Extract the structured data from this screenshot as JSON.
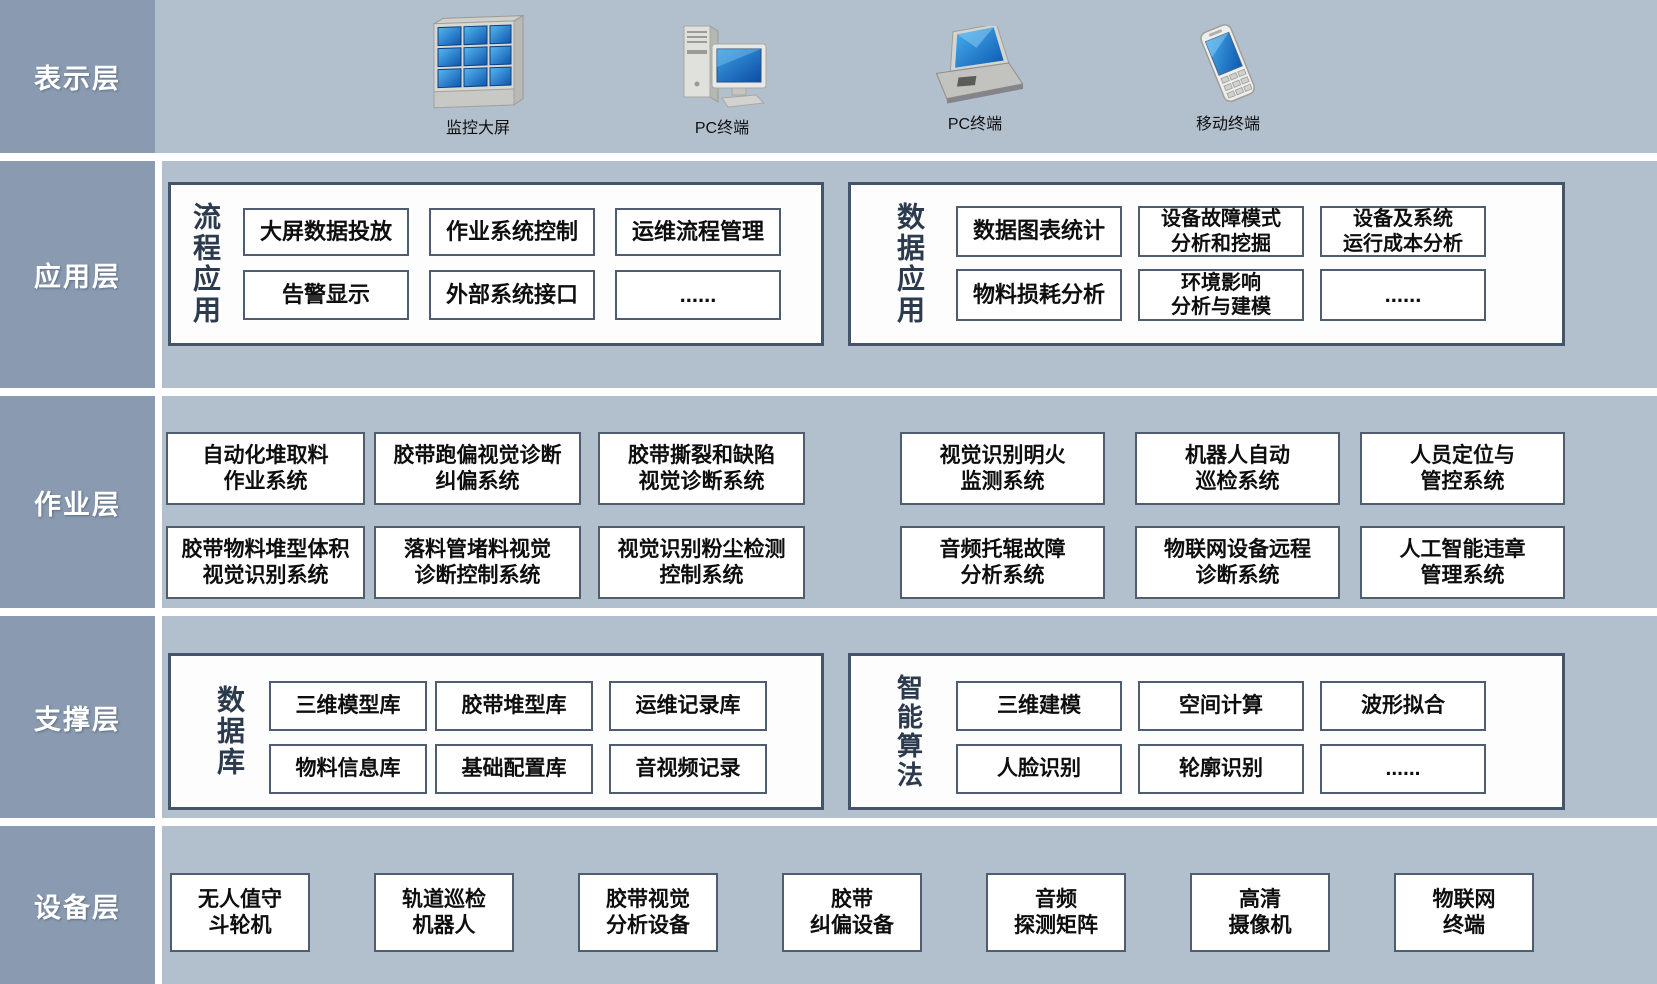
{
  "colors": {
    "label_column": "#8a9bb1",
    "row_background": "#b2c0ce",
    "panel_border": "#44546a",
    "box_border": "#4e5d70",
    "layer_label_text": "#ffffff",
    "group_title_text": "#2c3a4e",
    "screen_blue_light": "#55b6f0",
    "screen_blue_dark": "#0e56ae"
  },
  "presentation": {
    "label": "表示层",
    "terminals": [
      {
        "icon": "video-wall-icon",
        "label": "监控大屏"
      },
      {
        "icon": "desktop-pc-icon",
        "label": "PC终端"
      },
      {
        "icon": "laptop-icon",
        "label": "PC终端"
      },
      {
        "icon": "mobile-icon",
        "label": "移动终端"
      }
    ]
  },
  "application": {
    "label": "应用层",
    "process_group": {
      "title": "流程应用",
      "items": [
        {
          "label": "大屏数据投放"
        },
        {
          "label": "作业系统控制"
        },
        {
          "label": "运维流程管理"
        },
        {
          "label": "告警显示"
        },
        {
          "label": "外部系统接口"
        },
        {
          "label": "......"
        }
      ]
    },
    "data_group": {
      "title": "数据应用",
      "items": [
        {
          "label": "数据图表统计"
        },
        {
          "label": "设备故障模式\n分析和挖掘"
        },
        {
          "label": "设备及系统\n运行成本分析"
        },
        {
          "label": "物料损耗分析"
        },
        {
          "label": "环境影响\n分析与建模"
        },
        {
          "label": "......"
        }
      ]
    }
  },
  "operation": {
    "label": "作业层",
    "items": [
      {
        "label": "自动化堆取料\n作业系统"
      },
      {
        "label": "胶带跑偏视觉诊断\n纠偏系统"
      },
      {
        "label": "胶带撕裂和缺陷\n视觉诊断系统"
      },
      {
        "label": "视觉识别明火\n监测系统"
      },
      {
        "label": "机器人自动\n巡检系统"
      },
      {
        "label": "人员定位与\n管控系统"
      },
      {
        "label": "胶带物料堆型体积\n视觉识别系统"
      },
      {
        "label": "落料管堵料视觉\n诊断控制系统"
      },
      {
        "label": "视觉识别粉尘检测\n控制系统"
      },
      {
        "label": "音频托辊故障\n分析系统"
      },
      {
        "label": "物联网设备远程\n诊断系统"
      },
      {
        "label": "人工智能违章\n管理系统"
      }
    ]
  },
  "support": {
    "label": "支撑层",
    "database_group": {
      "title": "数据库",
      "items": [
        {
          "label": "三维模型库"
        },
        {
          "label": "胶带堆型库"
        },
        {
          "label": "运维记录库"
        },
        {
          "label": "物料信息库"
        },
        {
          "label": "基础配置库"
        },
        {
          "label": "音视频记录"
        }
      ]
    },
    "algorithm_group": {
      "title": "智能算法",
      "items": [
        {
          "label": "三维建模"
        },
        {
          "label": "空间计算"
        },
        {
          "label": "波形拟合"
        },
        {
          "label": "人脸识别"
        },
        {
          "label": "轮廓识别"
        },
        {
          "label": "......"
        }
      ]
    }
  },
  "device": {
    "label": "设备层",
    "items": [
      {
        "label": "无人值守\n斗轮机"
      },
      {
        "label": "轨道巡检\n机器人"
      },
      {
        "label": "胶带视觉\n分析设备"
      },
      {
        "label": "胶带\n纠偏设备"
      },
      {
        "label": "音频\n探测矩阵"
      },
      {
        "label": "高清\n摄像机"
      },
      {
        "label": "物联网\n终端"
      }
    ]
  }
}
